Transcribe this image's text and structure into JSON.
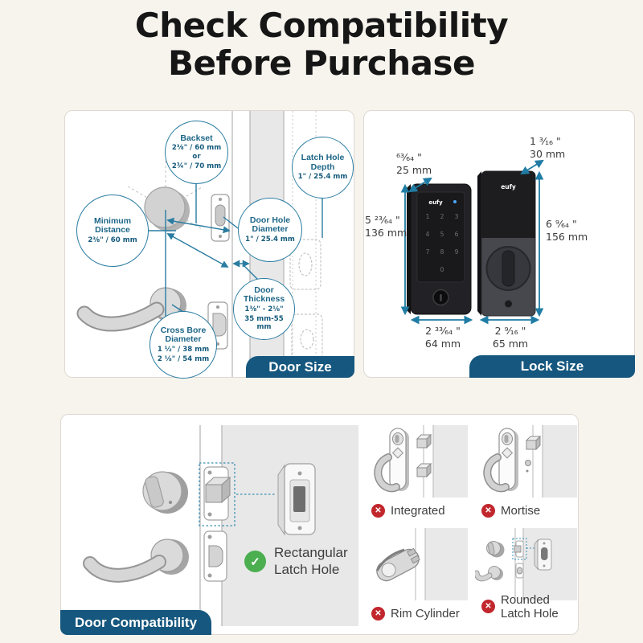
{
  "page": {
    "title_line1": "Check Compatibility",
    "title_line2": "Before Purchase"
  },
  "door_size_panel": {
    "badge_label": "Door Size",
    "callouts": [
      {
        "title": "Backset",
        "line1": "2⅜\" / 60 mm or",
        "line2": "2¾\" / 70 mm"
      },
      {
        "title": "Latch Hole Depth",
        "line1": "1\" / 25.4 mm"
      },
      {
        "title": "Minimum Distance",
        "line1": "2⅜\" / 60 mm"
      },
      {
        "title": "Door Hole Diameter",
        "line1": "1\" / 25.4 mm"
      },
      {
        "title": "Door Thickness",
        "line1": "1⅜\" - 2⅛\"",
        "line2": "35 mm-55 mm"
      },
      {
        "title": "Cross Bore Diameter",
        "line1": "1 ½\" / 38 mm",
        "line2": "2 ⅛\" / 54 mm"
      }
    ]
  },
  "lock_size_panel": {
    "badge_label": "Lock Size",
    "brand": "eufy",
    "keypad": [
      "1",
      "2",
      "3",
      "4",
      "5",
      "6",
      "7",
      "8",
      "9",
      "0"
    ],
    "front_lock": {
      "depth_in": "⁶³⁄₆₄ \"",
      "depth_mm": "25 mm",
      "height_in": "5 ²³⁄₆₄ \"",
      "height_mm": "136 mm",
      "width_in": "2 ³³⁄₆₄ \"",
      "width_mm": "64 mm"
    },
    "rear_lock": {
      "depth_in": "1 ³⁄₁₆ \"",
      "depth_mm": "30 mm",
      "height_in": "6 ⁹⁄₆₄ \"",
      "height_mm": "156 mm",
      "width_in": "2 ⁹⁄₁₆ \"",
      "width_mm": "65 mm"
    }
  },
  "door_compat_panel": {
    "badge_label": "Door Compatibility",
    "compatible_label": "Rectangular Latch Hole",
    "incompatible": [
      {
        "label": "Integrated"
      },
      {
        "label": "Mortise"
      },
      {
        "label": "Rim Cylinder"
      },
      {
        "label": "Rounded Latch Hole"
      }
    ]
  },
  "icons": {
    "check": "✓",
    "x": "✕"
  },
  "colors": {
    "accent_navy": "#15577E",
    "line_teal": "#2A7CA1",
    "ok_green": "#4BAE4F",
    "no_red": "#C1272D",
    "page_bg": "#F7F4EE"
  }
}
